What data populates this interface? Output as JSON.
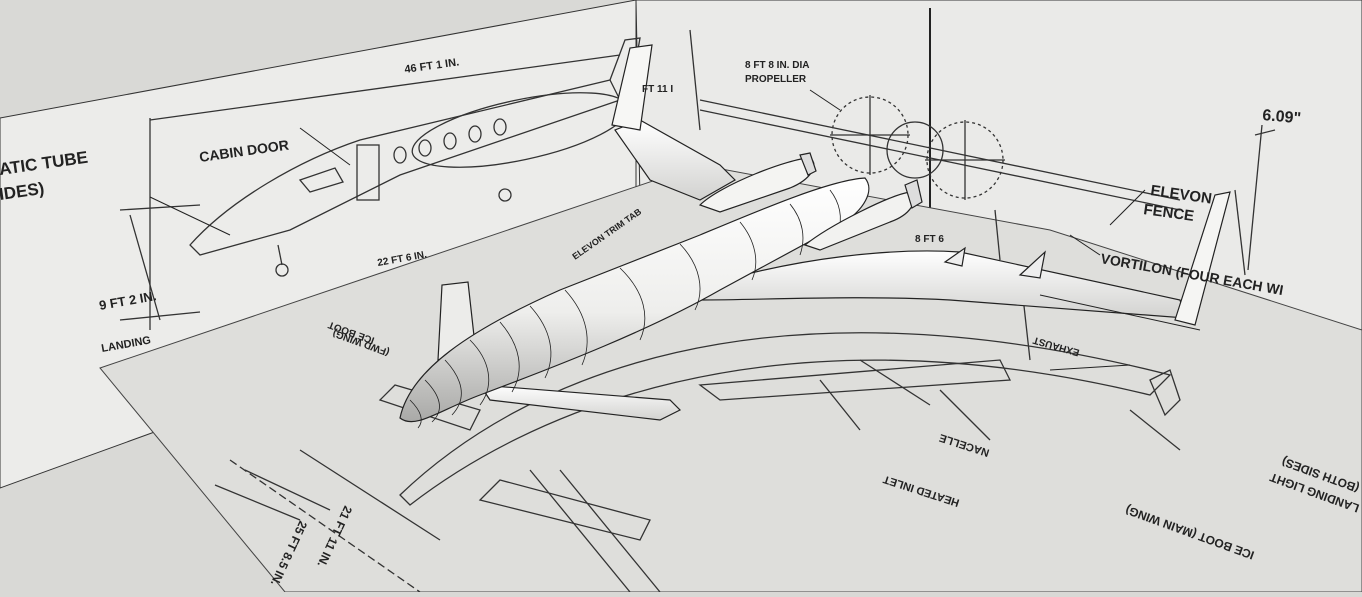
{
  "labels": {
    "overall_length": "46 FT 1 IN.",
    "cabin_door": "CABIN DOOR",
    "static_tube": "ATIC TUBE",
    "static_tube_sides": "IDES)",
    "height": "9 FT 2 IN.",
    "landing_partial": "LANDING",
    "wheelbase_partial": "22 FT 6 IN.",
    "elevon_trim_tab": "ELEVON TRIM TAB",
    "propeller_line1": "8 FT 8 IN. DIA",
    "propeller_line2": "PROPELLER",
    "fin_height_partial": "FT 11 I",
    "sweep_dim": "6.09\"",
    "elevon_fence_1": "ELEVON",
    "elevon_fence_2": "FENCE",
    "vortilon": "VORTILON (FOUR EACH WI",
    "prop_span_partial": "8 FT 6",
    "ice_boot_fwd_1": "ICE BOOT",
    "ice_boot_fwd_2": "(FWD WING)",
    "exhaust": "EXHAUST",
    "nacelle": "NACELLE",
    "heated_inlet": "HEATED INLET",
    "ice_boot_main": "ICE BOOT (MAIN WING)",
    "landing_light_1": "LANDING LIGHT",
    "landing_light_2": "(BOTH SIDES)",
    "span_21": "21 FT 11 IN.",
    "span_25": "25 FT 8.5 IN."
  },
  "colors": {
    "background": "#d9d9d6",
    "panel": "#ececea",
    "floor": "#dededb",
    "ink": "#222222",
    "model_fill": "#f4f4f2",
    "model_shade": "#bdbdbb"
  }
}
